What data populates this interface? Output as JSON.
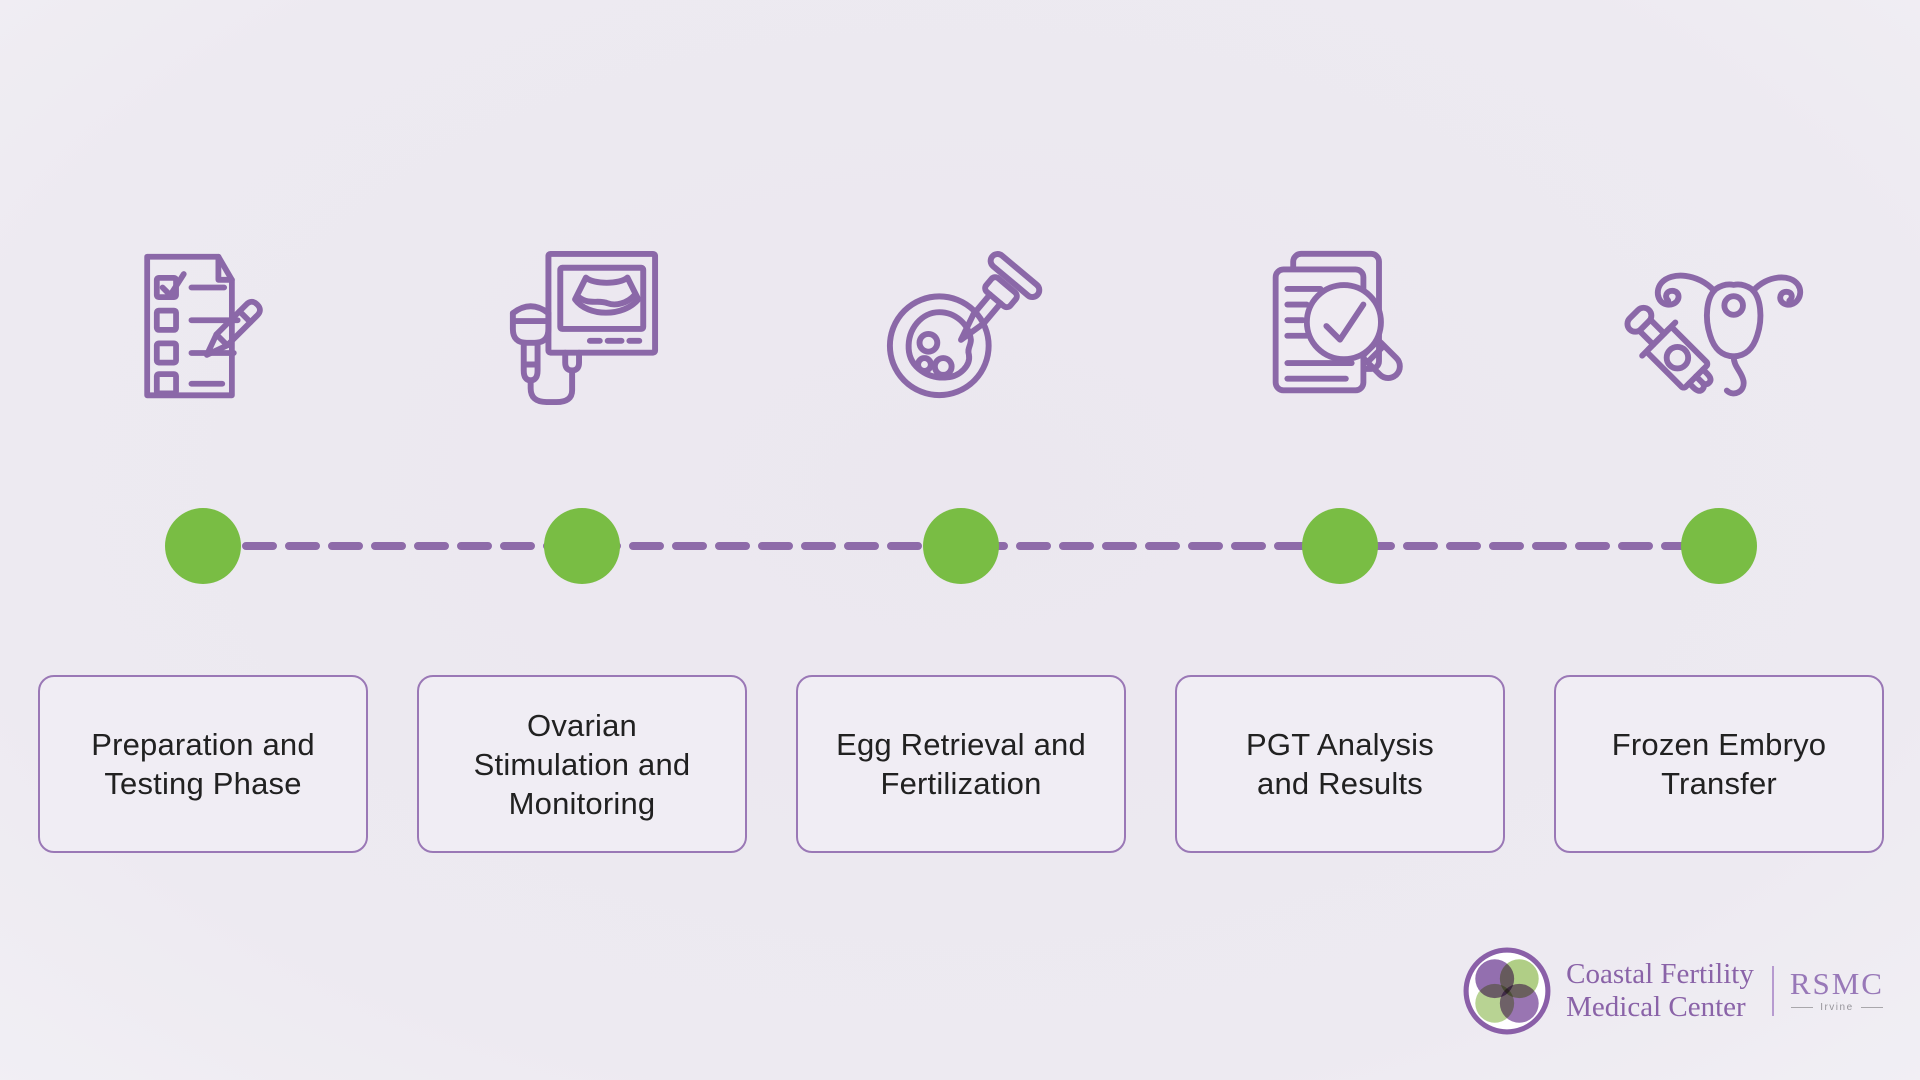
{
  "steps": [
    {
      "id": "preparation",
      "label": "Preparation and\nTesting Phase",
      "icon": "checklist-pen-icon"
    },
    {
      "id": "stimulation",
      "label": "Ovarian\nStimulation and\nMonitoring",
      "icon": "ultrasound-monitor-icon"
    },
    {
      "id": "retrieval",
      "label": "Egg Retrieval and\nFertilization",
      "icon": "egg-injection-icon"
    },
    {
      "id": "pgt",
      "label": "PGT Analysis\nand Results",
      "icon": "report-magnifier-check-icon"
    },
    {
      "id": "transfer",
      "label": "Frozen Embryo\nTransfer",
      "icon": "uterus-syringe-icon"
    }
  ],
  "timeline": {
    "steps_count": 5,
    "dot_color": "#79BD44",
    "dash_color": "#8E6BA9"
  },
  "logo": {
    "clinic_line1": "Coastal Fertility",
    "clinic_line2": "Medical Center",
    "affiliate": "RSMC",
    "affiliate_location": "Irvine"
  },
  "colors": {
    "icon_stroke": "#8B68A8",
    "box_border": "#9A78B6",
    "box_fill": "#F0EDF4",
    "label_text": "#212121",
    "background_center": "#EBE7EF",
    "background_edge": "#FDFDFE",
    "logo_purple": "#8A63A8",
    "logo_green": "#A9CA7C"
  }
}
